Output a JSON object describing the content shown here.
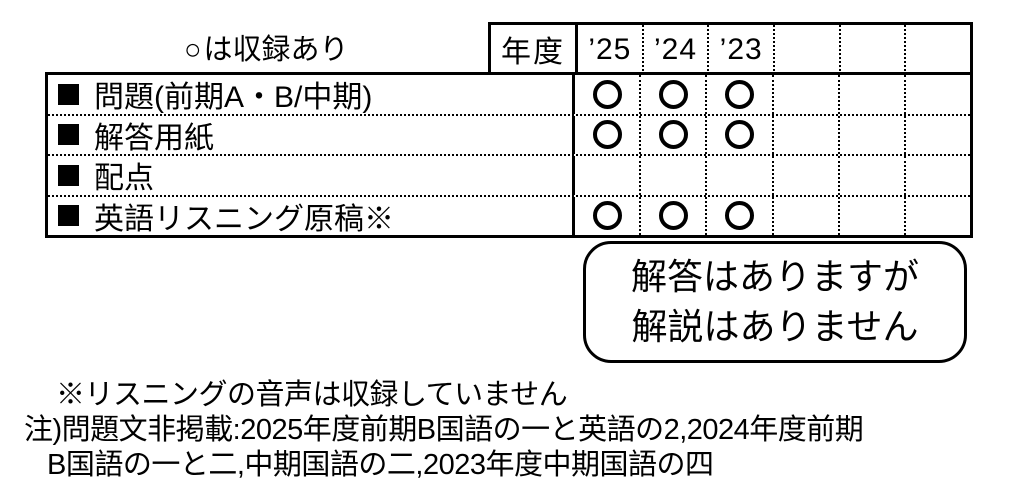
{
  "page": {
    "background": "#ffffff",
    "ink": "#000000"
  },
  "legend": {
    "marker": "○",
    "text": "は収録あり"
  },
  "table": {
    "year_header_label": "年度",
    "year_columns": [
      "’25",
      "’24",
      "’23",
      "",
      "",
      ""
    ],
    "rows": [
      {
        "label": "問題(前期A・B/中期)",
        "marks": [
          true,
          true,
          true,
          false,
          false,
          false
        ]
      },
      {
        "label": "解答用紙",
        "marks": [
          true,
          true,
          true,
          false,
          false,
          false
        ]
      },
      {
        "label": "配点",
        "marks": [
          false,
          false,
          false,
          false,
          false,
          false
        ]
      },
      {
        "label": "英語リスニング原稿※",
        "marks": [
          true,
          true,
          true,
          false,
          false,
          false
        ]
      }
    ]
  },
  "callout": {
    "line1": "解答はありますが",
    "line2": "解説はありません"
  },
  "notes": {
    "listening": "※リスニングの音声は収録していません",
    "exclusion_line1": "注)問題文非掲載:2025年度前期B国語の一と英語の2,2024年度前期",
    "exclusion_line2": "B国語の一と二,中期国語の二,2023年度中期国語の四"
  }
}
